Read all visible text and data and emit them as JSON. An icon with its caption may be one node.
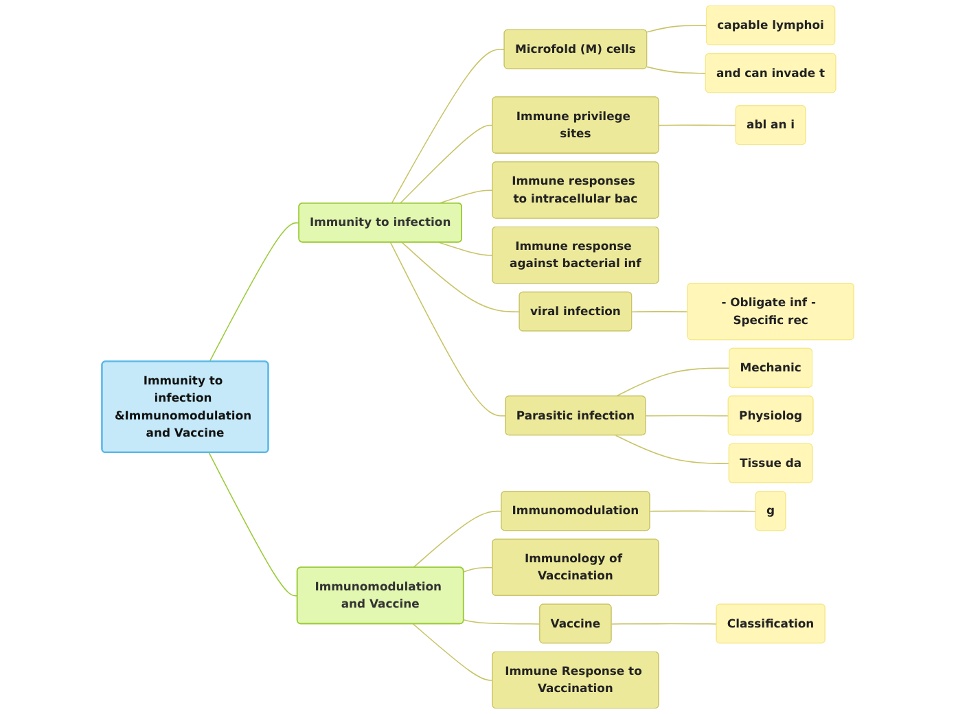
{
  "diagram": {
    "nodes": [
      {
        "text": [
          "Immunity to infection &Immunomodulation and Vaccine"
        ]
      },
      {
        "text": [
          "Immunity to infection"
        ]
      },
      {
        "text": [
          "Microfold (M) cells"
        ]
      },
      {
        "text": [
          "capable lymphoi"
        ]
      },
      {
        "text": [
          "and can invade t"
        ]
      },
      {
        "text": [
          "Immune privilege sites"
        ]
      },
      {
        "text": [
          "abl an i"
        ]
      },
      {
        "text": [
          "Immune responses to intracellular bac"
        ]
      },
      {
        "text": [
          "Immune response against bacterial inf"
        ]
      },
      {
        "text": [
          "viral infection"
        ]
      },
      {
        "text": [
          "- Obligate inf - Specific rec"
        ]
      },
      {
        "text": [
          "Parasitic infection"
        ]
      },
      {
        "text": [
          "Mechanic"
        ]
      },
      {
        "text": [
          "Physiolog"
        ]
      },
      {
        "text": [
          "Tissue da"
        ]
      },
      {
        "text": [
          "Immunomodulation and Vaccine"
        ]
      },
      {
        "text": [
          "g"
        ]
      },
      {
        "text": [
          "Immunomodulation"
        ]
      },
      {
        "text": [
          "Immunology of Vaccination"
        ]
      },
      {
        "text": [
          "Classification"
        ]
      },
      {
        "text": [
          "Vaccine"
        ]
      },
      {
        "text": [
          "Immune Response to Vaccination"
        ]
      }
    ],
    "edges": [
      {
        "from": 0,
        "to": 1,
        "arrow": "none",
        "color": "#9ccc3c"
      },
      {
        "from": 1,
        "to": 2,
        "arrow": "none"
      },
      {
        "from": 2,
        "to": 3,
        "arrow": "none"
      },
      {
        "from": 2,
        "to": 4,
        "arrow": "none"
      },
      {
        "from": 1,
        "to": 5,
        "arrow": "none"
      },
      {
        "from": 5,
        "to": 6,
        "arrow": "none"
      },
      {
        "from": 1,
        "to": 7,
        "arrow": "none"
      },
      {
        "from": 1,
        "to": 8,
        "arrow": "none"
      },
      {
        "from": 1,
        "to": 9,
        "arrow": "none"
      },
      {
        "from": 9,
        "to": 10,
        "arrow": "none"
      },
      {
        "from": 1,
        "to": 11,
        "arrow": "none"
      },
      {
        "from": 11,
        "to": 12,
        "arrow": "none"
      },
      {
        "from": 11,
        "to": 13,
        "arrow": "none"
      },
      {
        "from": 11,
        "to": 14,
        "arrow": "none"
      },
      {
        "from": 0,
        "to": 15,
        "arrow": "none",
        "color": "#9ccc3c"
      },
      {
        "from": 15,
        "to": 17,
        "arrow": "none"
      },
      {
        "from": 17,
        "to": 16,
        "arrow": "none"
      },
      {
        "from": 15,
        "to": 18,
        "arrow": "none"
      },
      {
        "from": 15,
        "to": 20,
        "arrow": "none"
      },
      {
        "from": 20,
        "to": 19,
        "arrow": "none"
      },
      {
        "from": 15,
        "to": 21,
        "arrow": "none"
      }
    ]
  }
}
